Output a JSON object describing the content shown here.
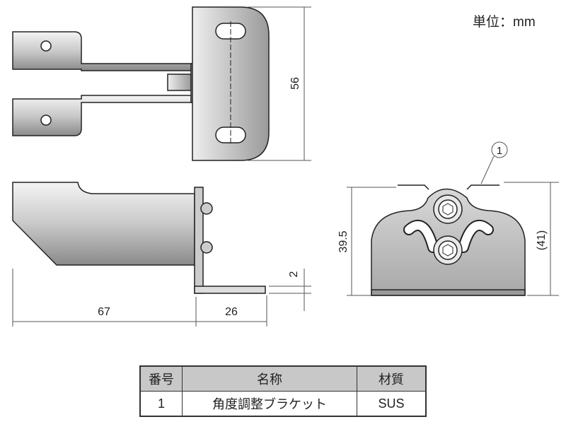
{
  "unit_label": "単位：mm",
  "dimensions": {
    "height_top": "56",
    "length": "67",
    "foot_length": "26",
    "thickness": "2",
    "height_front": "39.5",
    "height_ref": "(41)"
  },
  "callout": "1",
  "parts_table": {
    "headers": [
      "番号",
      "名称",
      "材質"
    ],
    "rows": [
      [
        "1",
        "角度調整ブラケット",
        "SUS"
      ]
    ]
  }
}
